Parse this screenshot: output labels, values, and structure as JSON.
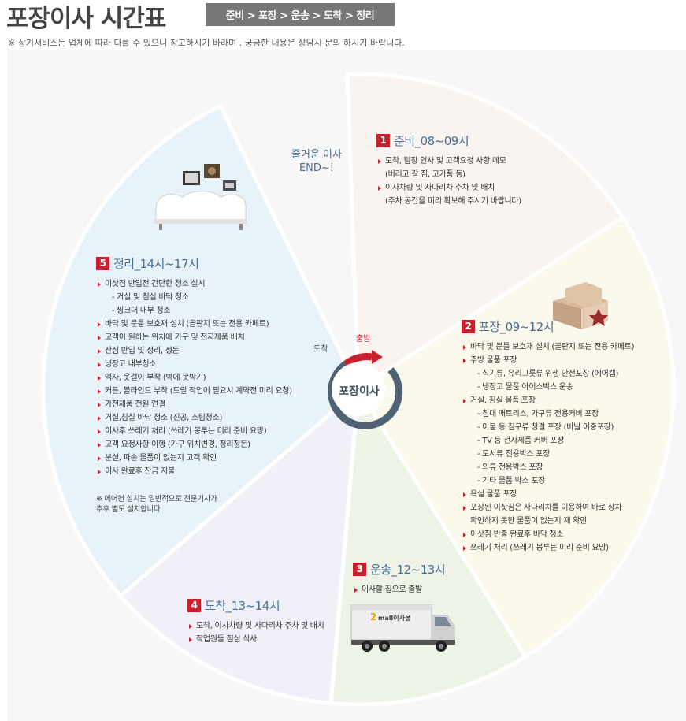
{
  "title": "포장이사 시간표",
  "breadcrumb": "준비 > 포장 > 운송 > 도착 > 정리",
  "notice": "※ 상기서비스는 업체에 따라 다를 수 있으니 참고하시기 바라며 . 궁금한 내용은 상담시 문의 하시기 바랍니다.",
  "end_text": [
    "즐거운 이사",
    "END~!"
  ],
  "center": {
    "label": "포장이사",
    "arrive": "도착",
    "depart": "출발"
  },
  "colors": {
    "accent": "#c8202f",
    "heading": "#4a6e95",
    "ring": "#4f6374",
    "ready": "#faf4f1",
    "pack": "#fbf8ec",
    "transport": "#eef3e7",
    "arrival": "#f0f0f8",
    "cleanup": "#e8f3f9"
  },
  "illustrations": [
    "sofa-with-frames-illustration",
    "boxes-illustration",
    "moving-truck-illustration"
  ],
  "truck_brand": "mall이사몰",
  "sections": [
    {
      "num": "1",
      "title": "준비_08~09시",
      "items": [
        {
          "t": "도착, 팀장 인사 및 고객요청 사항 메모",
          "b": true
        },
        {
          "t": "(버리고 갈 짐, 고가품 등)",
          "b": false
        },
        {
          "t": "이사차량 및 사다리차 주차 및 배치",
          "b": true
        },
        {
          "t": "(주차 공간을 미리 확보해 주시기 바랍니다)",
          "b": false
        }
      ]
    },
    {
      "num": "2",
      "title": "포장_09~12시",
      "items": [
        {
          "t": "바닥 및 문틀 보호재 설치 (골판지 또는 전용 카페트)",
          "b": true
        },
        {
          "t": "주방 물품 포장",
          "b": true
        },
        {
          "t": "- 식기류, 유리그릇류 위생 안전포장 (에어캡)",
          "b": false,
          "sub": true
        },
        {
          "t": "- 냉장고 물품 아이스박스 운송",
          "b": false,
          "sub": true
        },
        {
          "t": "거실, 침실 물품 포장",
          "b": true
        },
        {
          "t": "- 침대 매트리스, 가구류 전용커버 포장",
          "b": false,
          "sub": true
        },
        {
          "t": "- 이불 등 침구류 청결 포장 (비닐 이중포장)",
          "b": false,
          "sub": true
        },
        {
          "t": "- TV 등 전자제품 커버 포장",
          "b": false,
          "sub": true
        },
        {
          "t": "- 도서류 전용박스 포장",
          "b": false,
          "sub": true
        },
        {
          "t": "- 의류 전용박스 포장",
          "b": false,
          "sub": true
        },
        {
          "t": "- 기타 물품 박스 포장",
          "b": false,
          "sub": true
        },
        {
          "t": "욕실 물품 포장",
          "b": true
        },
        {
          "t": "포장된 이삿짐은 사다리차를 이용하여 바로 상차",
          "b": true
        },
        {
          "t": "확인하지 못한 물품이 없는지 재 확인",
          "b": false
        },
        {
          "t": "이삿짐 반출 완료후 바닥 청소",
          "b": true
        },
        {
          "t": "쓰레기 처리 (쓰레기 봉투는 미리 준비 요망)",
          "b": true
        }
      ]
    },
    {
      "num": "3",
      "title": "운송_12~13시",
      "items": [
        {
          "t": "이사할 집으로 출발",
          "b": true
        }
      ]
    },
    {
      "num": "4",
      "title": "도착_13~14시",
      "items": [
        {
          "t": "도착, 이사차량 및 사다리차 주차 및 배치",
          "b": true
        },
        {
          "t": "작업원들 점심 식사",
          "b": true
        }
      ]
    },
    {
      "num": "5",
      "title": "정리_14시~17시",
      "items": [
        {
          "t": "이삿짐 반입전 간단한 청소 실시",
          "b": true
        },
        {
          "t": "- 거실 및 침실 바닥 청소",
          "b": false,
          "sub": true
        },
        {
          "t": "- 씽크대 내부 청소",
          "b": false,
          "sub": true
        },
        {
          "t": "바닥 및 문틀 보호재 설치 (골판지 또는 전용 카페트)",
          "b": true
        },
        {
          "t": "고객이 원하는 위치에 가구 및 전자제품 배치",
          "b": true
        },
        {
          "t": "잔짐 반입 및 정리, 정돈",
          "b": true
        },
        {
          "t": "냉장고 내부청소",
          "b": true
        },
        {
          "t": "액자, 옷걸이 부착 (벽에 못박기)",
          "b": true
        },
        {
          "t": "커튼, 블라인드 부착 (드릴 작업이 필요시 계약전 미리 요청)",
          "b": true
        },
        {
          "t": "가전제품 전원 연결",
          "b": true
        },
        {
          "t": "거실,침실 바닥 청소 (진공, 스팀청소)",
          "b": true
        },
        {
          "t": "이사후 쓰레기 처리 (쓰레기 봉투는 미리 준비 요망)",
          "b": true
        },
        {
          "t": "고객 요청사항 이행 (가구 위치변경, 정리정돈)",
          "b": true
        },
        {
          "t": "분실, 파손 물품이 없는지 고객 확인",
          "b": true
        },
        {
          "t": "이사 완료후 잔금 지불",
          "b": true
        }
      ],
      "note": "※ 에어컨 설치는 일반적으로 전문기사가\n추후 별도 설치합니다"
    }
  ]
}
